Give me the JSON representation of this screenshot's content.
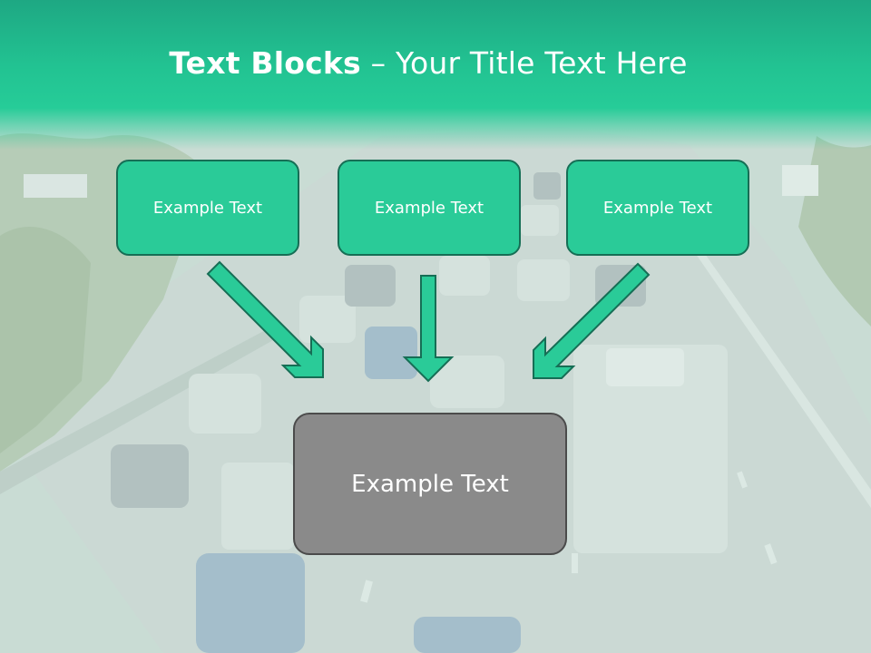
{
  "title": {
    "bold": "Text Blocks",
    "separator": " – ",
    "rest": "Your Title Text Here"
  },
  "boxes": {
    "left": "Example Text",
    "center": "Example Text",
    "right": "Example Text",
    "result": "Example Text"
  },
  "colors": {
    "accent": "#26cc98",
    "box_fill": "#2acb98",
    "box_border": "#166e55",
    "result_fill": "#8a8a8a",
    "result_border": "#4b4b4b",
    "arrow_fill": "#2acb98"
  }
}
